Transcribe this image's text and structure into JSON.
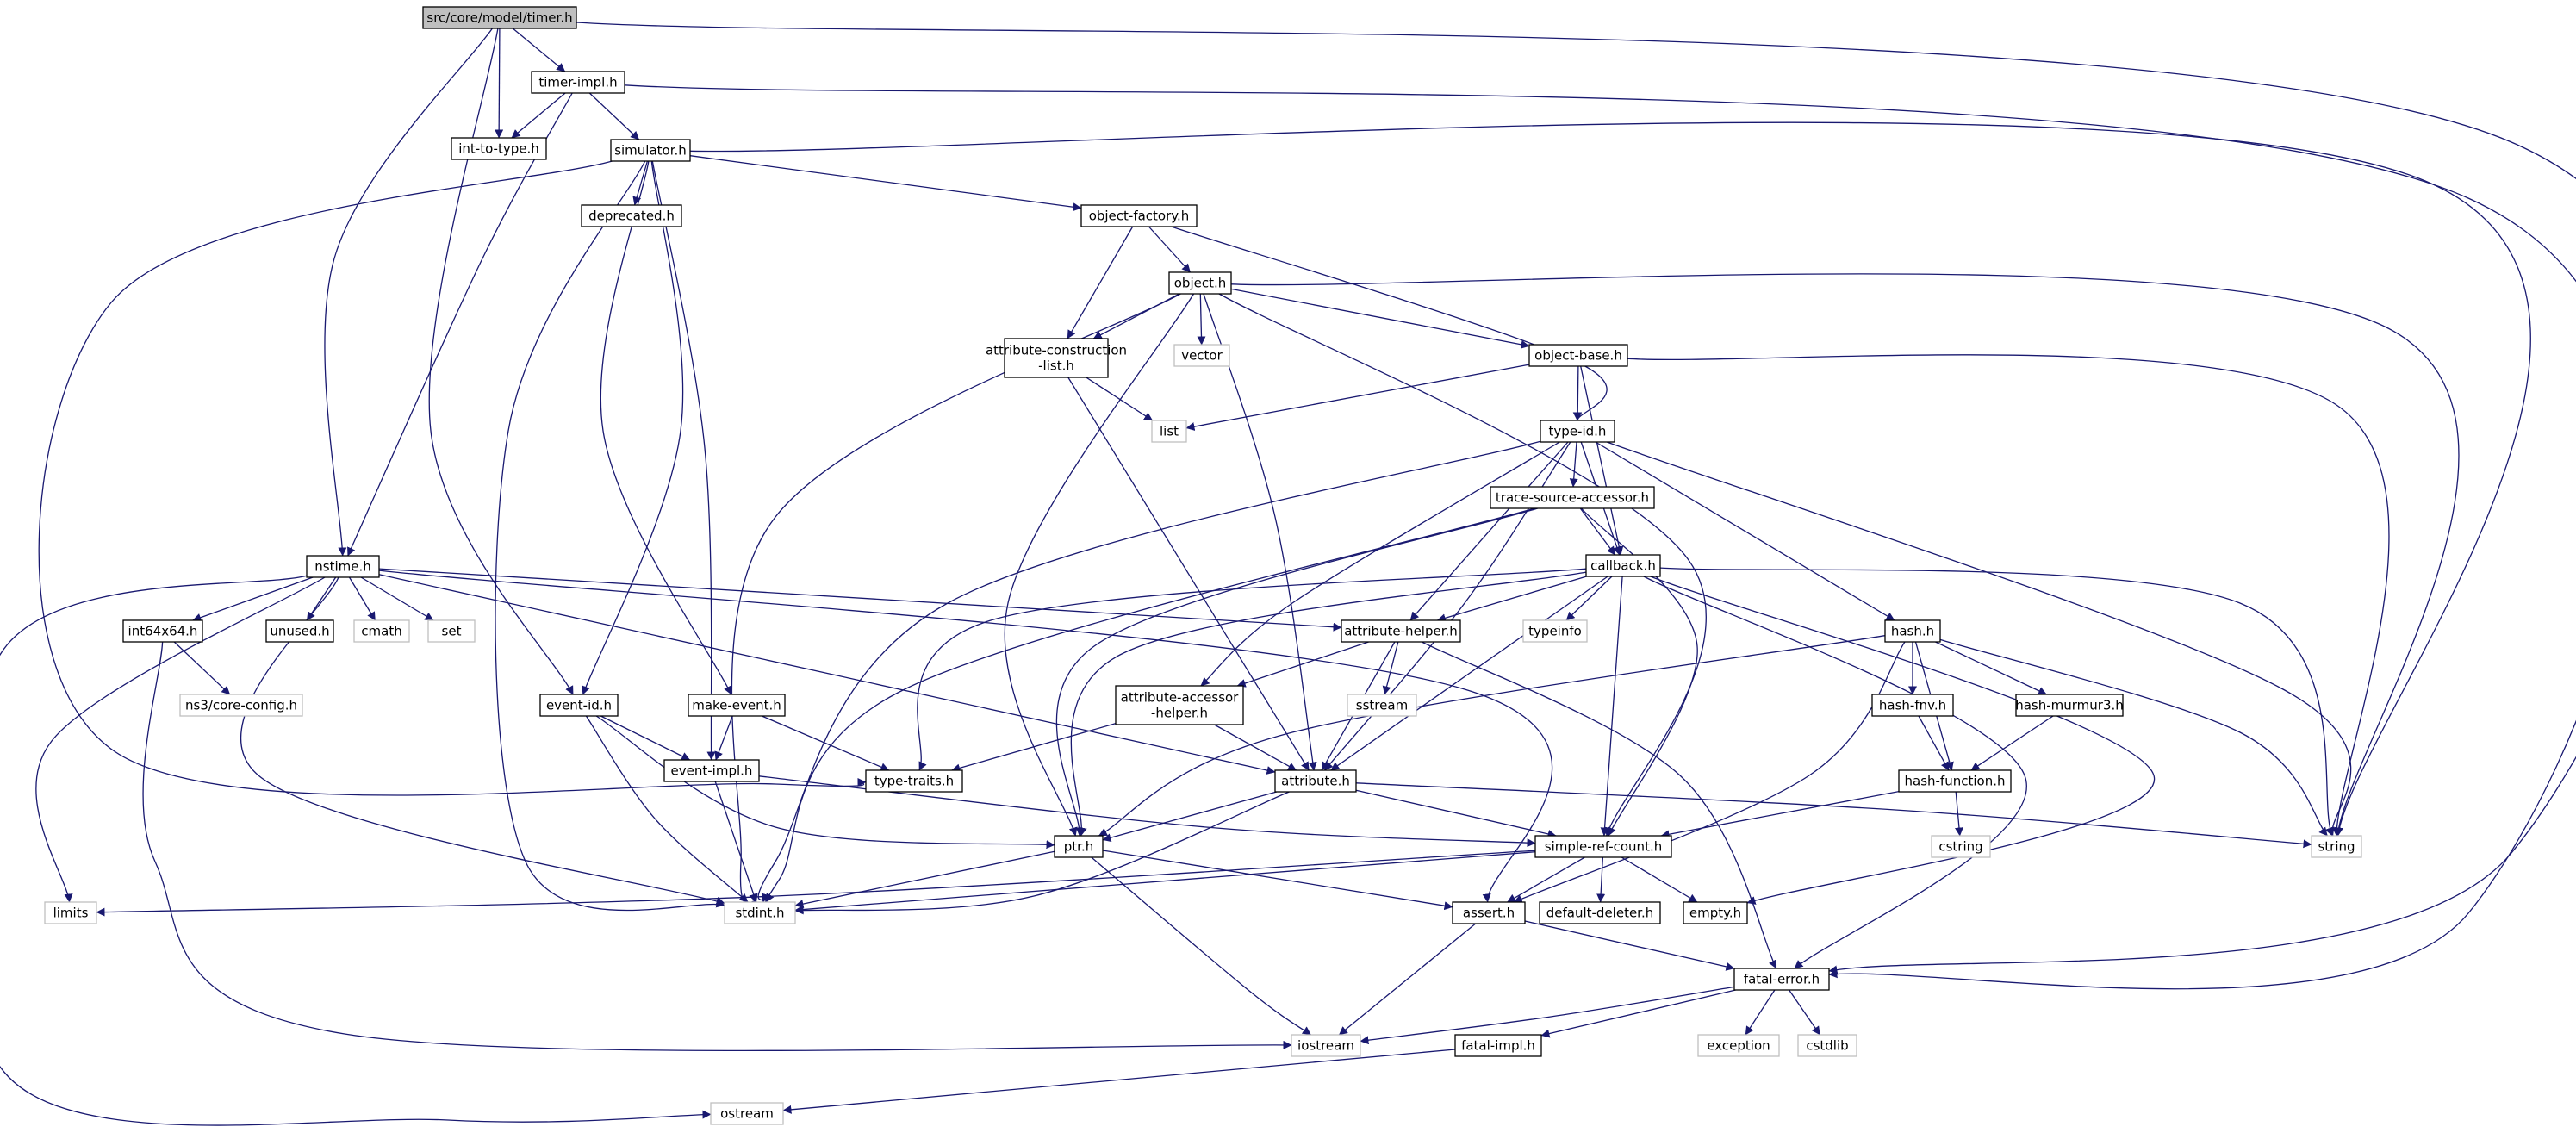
{
  "graph": {
    "edge_color": "#191970",
    "root_fill": "#bfbfbf",
    "external_border": "#bfbfbf",
    "nodes": [
      {
        "id": "timer_h",
        "lines": [
          "src/core/model/timer.h"
        ],
        "kind": "root"
      },
      {
        "id": "timer_impl_h",
        "lines": [
          "timer-impl.h"
        ],
        "kind": "internal"
      },
      {
        "id": "int_to_type_h",
        "lines": [
          "int-to-type.h"
        ],
        "kind": "internal"
      },
      {
        "id": "simulator_h",
        "lines": [
          "simulator.h"
        ],
        "kind": "internal"
      },
      {
        "id": "deprecated_h",
        "lines": [
          "deprecated.h"
        ],
        "kind": "internal"
      },
      {
        "id": "object_factory_h",
        "lines": [
          "object-factory.h"
        ],
        "kind": "internal"
      },
      {
        "id": "object_h",
        "lines": [
          "object.h"
        ],
        "kind": "internal"
      },
      {
        "id": "attr_constr_list_h",
        "lines": [
          "attribute-construction",
          "-list.h"
        ],
        "kind": "internal"
      },
      {
        "id": "vector",
        "lines": [
          "vector"
        ],
        "kind": "external"
      },
      {
        "id": "object_base_h",
        "lines": [
          "object-base.h"
        ],
        "kind": "internal"
      },
      {
        "id": "list",
        "lines": [
          "list"
        ],
        "kind": "external"
      },
      {
        "id": "type_id_h",
        "lines": [
          "type-id.h"
        ],
        "kind": "internal"
      },
      {
        "id": "trace_src_acc_h",
        "lines": [
          "trace-source-accessor.h"
        ],
        "kind": "internal"
      },
      {
        "id": "callback_h",
        "lines": [
          "callback.h"
        ],
        "kind": "internal"
      },
      {
        "id": "nstime_h",
        "lines": [
          "nstime.h"
        ],
        "kind": "internal"
      },
      {
        "id": "int64x64_h",
        "lines": [
          "int64x64.h"
        ],
        "kind": "internal"
      },
      {
        "id": "unused_h",
        "lines": [
          "unused.h"
        ],
        "kind": "internal"
      },
      {
        "id": "cmath",
        "lines": [
          "cmath"
        ],
        "kind": "external"
      },
      {
        "id": "set",
        "lines": [
          "set"
        ],
        "kind": "external"
      },
      {
        "id": "attr_helper_h",
        "lines": [
          "attribute-helper.h"
        ],
        "kind": "internal"
      },
      {
        "id": "typeinfo",
        "lines": [
          "typeinfo"
        ],
        "kind": "external"
      },
      {
        "id": "hash_h",
        "lines": [
          "hash.h"
        ],
        "kind": "internal"
      },
      {
        "id": "ns3_core_config_h",
        "lines": [
          "ns3/core-config.h"
        ],
        "kind": "external"
      },
      {
        "id": "event_id_h",
        "lines": [
          "event-id.h"
        ],
        "kind": "internal"
      },
      {
        "id": "make_event_h",
        "lines": [
          "make-event.h"
        ],
        "kind": "internal"
      },
      {
        "id": "attr_acc_helper_h",
        "lines": [
          "attribute-accessor",
          "-helper.h"
        ],
        "kind": "internal"
      },
      {
        "id": "sstream",
        "lines": [
          "sstream"
        ],
        "kind": "external"
      },
      {
        "id": "hash_fnv_h",
        "lines": [
          "hash-fnv.h"
        ],
        "kind": "internal"
      },
      {
        "id": "hash_murmur3_h",
        "lines": [
          "hash-murmur3.h"
        ],
        "kind": "internal"
      },
      {
        "id": "event_impl_h",
        "lines": [
          "event-impl.h"
        ],
        "kind": "internal"
      },
      {
        "id": "type_traits_h",
        "lines": [
          "type-traits.h"
        ],
        "kind": "internal"
      },
      {
        "id": "attribute_h",
        "lines": [
          "attribute.h"
        ],
        "kind": "internal"
      },
      {
        "id": "hash_function_h",
        "lines": [
          "hash-function.h"
        ],
        "kind": "internal"
      },
      {
        "id": "ptr_h",
        "lines": [
          "ptr.h"
        ],
        "kind": "internal"
      },
      {
        "id": "simple_ref_count_h",
        "lines": [
          "simple-ref-count.h"
        ],
        "kind": "internal"
      },
      {
        "id": "cstring",
        "lines": [
          "cstring"
        ],
        "kind": "external"
      },
      {
        "id": "string",
        "lines": [
          "string"
        ],
        "kind": "external"
      },
      {
        "id": "limits",
        "lines": [
          "limits"
        ],
        "kind": "external"
      },
      {
        "id": "stdint_h",
        "lines": [
          "stdint.h"
        ],
        "kind": "external"
      },
      {
        "id": "assert_h",
        "lines": [
          "assert.h"
        ],
        "kind": "internal"
      },
      {
        "id": "default_deleter_h",
        "lines": [
          "default-deleter.h"
        ],
        "kind": "internal"
      },
      {
        "id": "empty_h",
        "lines": [
          "empty.h"
        ],
        "kind": "internal"
      },
      {
        "id": "fatal_error_h",
        "lines": [
          "fatal-error.h"
        ],
        "kind": "internal"
      },
      {
        "id": "iostream",
        "lines": [
          "iostream"
        ],
        "kind": "external"
      },
      {
        "id": "exception",
        "lines": [
          "exception"
        ],
        "kind": "external"
      },
      {
        "id": "cstdlib",
        "lines": [
          "cstdlib"
        ],
        "kind": "external"
      },
      {
        "id": "fatal_impl_h",
        "lines": [
          "fatal-impl.h"
        ],
        "kind": "internal"
      },
      {
        "id": "ostream",
        "lines": [
          "ostream"
        ],
        "kind": "external"
      }
    ],
    "edges": [
      [
        "timer_h",
        "timer_impl_h"
      ],
      [
        "timer_h",
        "int_to_type_h"
      ],
      [
        "timer_h",
        "nstime_h"
      ],
      [
        "timer_h",
        "event_id_h"
      ],
      [
        "timer_h",
        "fatal_error_h"
      ],
      [
        "timer_impl_h",
        "int_to_type_h"
      ],
      [
        "timer_impl_h",
        "simulator_h"
      ],
      [
        "timer_impl_h",
        "nstime_h"
      ],
      [
        "timer_impl_h",
        "fatal_error_h"
      ],
      [
        "simulator_h",
        "deprecated_h"
      ],
      [
        "simulator_h",
        "object_factory_h"
      ],
      [
        "simulator_h",
        "event_id_h"
      ],
      [
        "simulator_h",
        "event_impl_h"
      ],
      [
        "simulator_h",
        "make_event_h"
      ],
      [
        "simulator_h",
        "stdint_h"
      ],
      [
        "simulator_h",
        "string"
      ],
      [
        "simulator_h",
        "type_traits_h"
      ],
      [
        "object_factory_h",
        "object_h"
      ],
      [
        "object_factory_h",
        "attr_constr_list_h"
      ],
      [
        "object_factory_h",
        "type_id_h"
      ],
      [
        "object_h",
        "attr_constr_list_h"
      ],
      [
        "object_h",
        "vector"
      ],
      [
        "object_h",
        "object_base_h"
      ],
      [
        "object_h",
        "stdint_h"
      ],
      [
        "object_h",
        "ptr_h"
      ],
      [
        "object_h",
        "attribute_h"
      ],
      [
        "object_h",
        "simple_ref_count_h"
      ],
      [
        "object_h",
        "string"
      ],
      [
        "attr_constr_list_h",
        "list"
      ],
      [
        "attr_constr_list_h",
        "attribute_h"
      ],
      [
        "object_base_h",
        "list"
      ],
      [
        "object_base_h",
        "type_id_h"
      ],
      [
        "object_base_h",
        "callback_h"
      ],
      [
        "object_base_h",
        "string"
      ],
      [
        "type_id_h",
        "trace_src_acc_h"
      ],
      [
        "type_id_h",
        "callback_h"
      ],
      [
        "type_id_h",
        "attr_helper_h"
      ],
      [
        "type_id_h",
        "attr_acc_helper_h"
      ],
      [
        "type_id_h",
        "attribute_h"
      ],
      [
        "type_id_h",
        "hash_h"
      ],
      [
        "type_id_h",
        "stdint_h"
      ],
      [
        "type_id_h",
        "string"
      ],
      [
        "trace_src_acc_h",
        "callback_h"
      ],
      [
        "trace_src_acc_h",
        "stdint_h"
      ],
      [
        "trace_src_acc_h",
        "ptr_h"
      ],
      [
        "trace_src_acc_h",
        "simple_ref_count_h"
      ],
      [
        "callback_h",
        "typeinfo"
      ],
      [
        "callback_h",
        "attr_helper_h"
      ],
      [
        "callback_h",
        "attribute_h"
      ],
      [
        "callback_h",
        "simple_ref_count_h"
      ],
      [
        "callback_h",
        "ptr_h"
      ],
      [
        "callback_h",
        "type_traits_h"
      ],
      [
        "callback_h",
        "empty_h"
      ],
      [
        "callback_h",
        "fatal_error_h"
      ],
      [
        "callback_h",
        "string"
      ],
      [
        "nstime_h",
        "int64x64_h"
      ],
      [
        "nstime_h",
        "unused_h"
      ],
      [
        "nstime_h",
        "cmath"
      ],
      [
        "nstime_h",
        "set"
      ],
      [
        "nstime_h",
        "attr_helper_h"
      ],
      [
        "nstime_h",
        "attribute_h"
      ],
      [
        "nstime_h",
        "assert_h"
      ],
      [
        "nstime_h",
        "stdint_h"
      ],
      [
        "nstime_h",
        "limits"
      ],
      [
        "nstime_h",
        "ostream"
      ],
      [
        "int64x64_h",
        "ns3_core_config_h"
      ],
      [
        "int64x64_h",
        "iostream"
      ],
      [
        "attr_helper_h",
        "sstream"
      ],
      [
        "attr_helper_h",
        "attr_acc_helper_h"
      ],
      [
        "attr_helper_h",
        "attribute_h"
      ],
      [
        "attr_helper_h",
        "fatal_error_h"
      ],
      [
        "hash_h",
        "hash_fnv_h"
      ],
      [
        "hash_h",
        "hash_murmur3_h"
      ],
      [
        "hash_h",
        "hash_function_h"
      ],
      [
        "hash_h",
        "ptr_h"
      ],
      [
        "hash_h",
        "assert_h"
      ],
      [
        "hash_h",
        "string"
      ],
      [
        "hash_fnv_h",
        "hash_function_h"
      ],
      [
        "hash_murmur3_h",
        "hash_function_h"
      ],
      [
        "hash_function_h",
        "cstring"
      ],
      [
        "hash_function_h",
        "simple_ref_count_h"
      ],
      [
        "event_id_h",
        "event_impl_h"
      ],
      [
        "event_id_h",
        "ptr_h"
      ],
      [
        "event_id_h",
        "stdint_h"
      ],
      [
        "make_event_h",
        "event_impl_h"
      ],
      [
        "make_event_h",
        "type_traits_h"
      ],
      [
        "attr_acc_helper_h",
        "attribute_h"
      ],
      [
        "attr_acc_helper_h",
        "type_traits_h"
      ],
      [
        "event_impl_h",
        "simple_ref_count_h"
      ],
      [
        "event_impl_h",
        "stdint_h"
      ],
      [
        "attribute_h",
        "ptr_h"
      ],
      [
        "attribute_h",
        "simple_ref_count_h"
      ],
      [
        "attribute_h",
        "string"
      ],
      [
        "attribute_h",
        "stdint_h"
      ],
      [
        "ptr_h",
        "iostream"
      ],
      [
        "ptr_h",
        "stdint_h"
      ],
      [
        "ptr_h",
        "assert_h"
      ],
      [
        "simple_ref_count_h",
        "empty_h"
      ],
      [
        "simple_ref_count_h",
        "default_deleter_h"
      ],
      [
        "simple_ref_count_h",
        "assert_h"
      ],
      [
        "simple_ref_count_h",
        "stdint_h"
      ],
      [
        "simple_ref_count_h",
        "limits"
      ],
      [
        "assert_h",
        "fatal_error_h"
      ],
      [
        "assert_h",
        "iostream"
      ],
      [
        "fatal_error_h",
        "iostream"
      ],
      [
        "fatal_error_h",
        "exception"
      ],
      [
        "fatal_error_h",
        "cstdlib"
      ],
      [
        "fatal_error_h",
        "fatal_impl_h"
      ],
      [
        "fatal_impl_h",
        "ostream"
      ]
    ]
  }
}
